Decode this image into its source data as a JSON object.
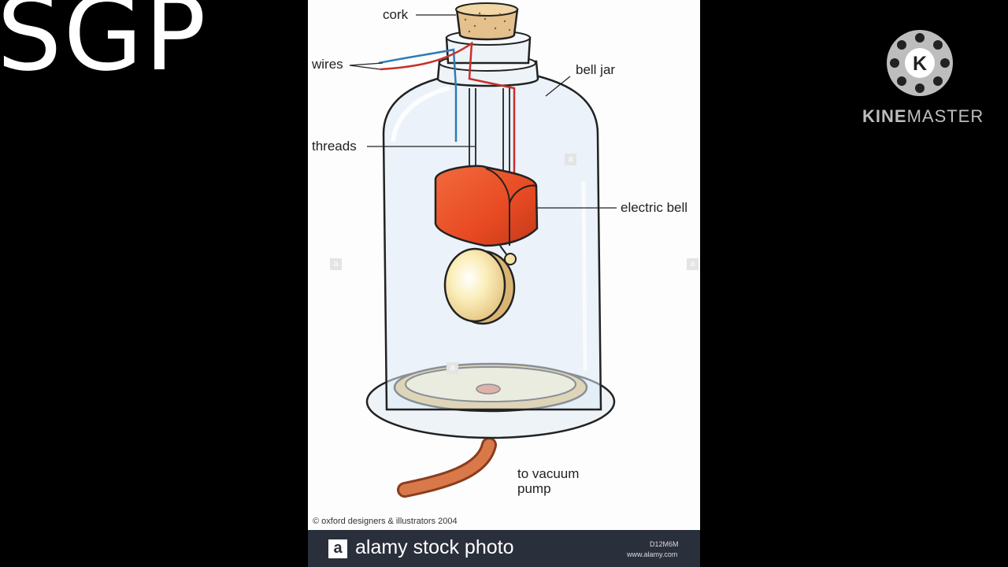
{
  "overlay": {
    "title": "SGP"
  },
  "diagram": {
    "labels": {
      "cork": "cork",
      "wires": "wires",
      "bell_jar": "bell jar",
      "threads": "threads",
      "electric_bell": "electric bell",
      "vacuum_line1": "to vacuum",
      "vacuum_line2": "pump"
    },
    "copyright": "© oxford designers & illustrators 2004"
  },
  "stock": {
    "logo_letter": "a",
    "brand": "alamy stock photo",
    "image_code": "D12M6M",
    "url": "www.alamy.com",
    "watermark_letter": "a"
  },
  "kinemaster": {
    "logo_letter": "K",
    "bold_part": "KINE",
    "rest": "MASTER"
  },
  "colors": {
    "glass": "#dceaf6",
    "bell_red": "#e0502a",
    "gong": "#f4e2a8",
    "pipe": "#c9683c",
    "footer": "#2a2f3c"
  }
}
